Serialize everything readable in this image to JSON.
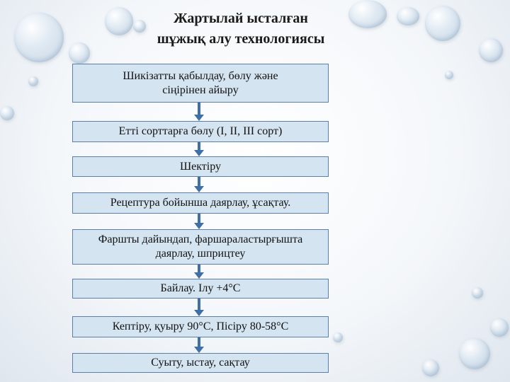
{
  "title_line1": "Жартылай ысталған",
  "title_line2": "шұжық алу технологиясы",
  "steps": [
    {
      "line1": "Шикізатты қабылдау, бөлу және",
      "line2": "сіңірінен айыру"
    },
    {
      "line1": "Етті сорттарға бөлу (І, ІІ, ІІІ сорт)"
    },
    {
      "line1": "Шектіру"
    },
    {
      "line1": "Рецептура бойынша даярлау, ұсақтау."
    },
    {
      "line1": "Фаршты дайындап, фаршараластырғышта",
      "line2": "даярлау, шприцтеу"
    },
    {
      "line1": "Байлау. Ілу +4°С"
    },
    {
      "line1": "Кептіру, қуыру 90°С, Пісіру 80-58°С"
    },
    {
      "line1": "Суыту, ыстау, сақтау"
    }
  ],
  "colors": {
    "box_fill": "#d5e4f1",
    "box_border": "#5b7fa8",
    "arrow": "#3f6fa6"
  }
}
